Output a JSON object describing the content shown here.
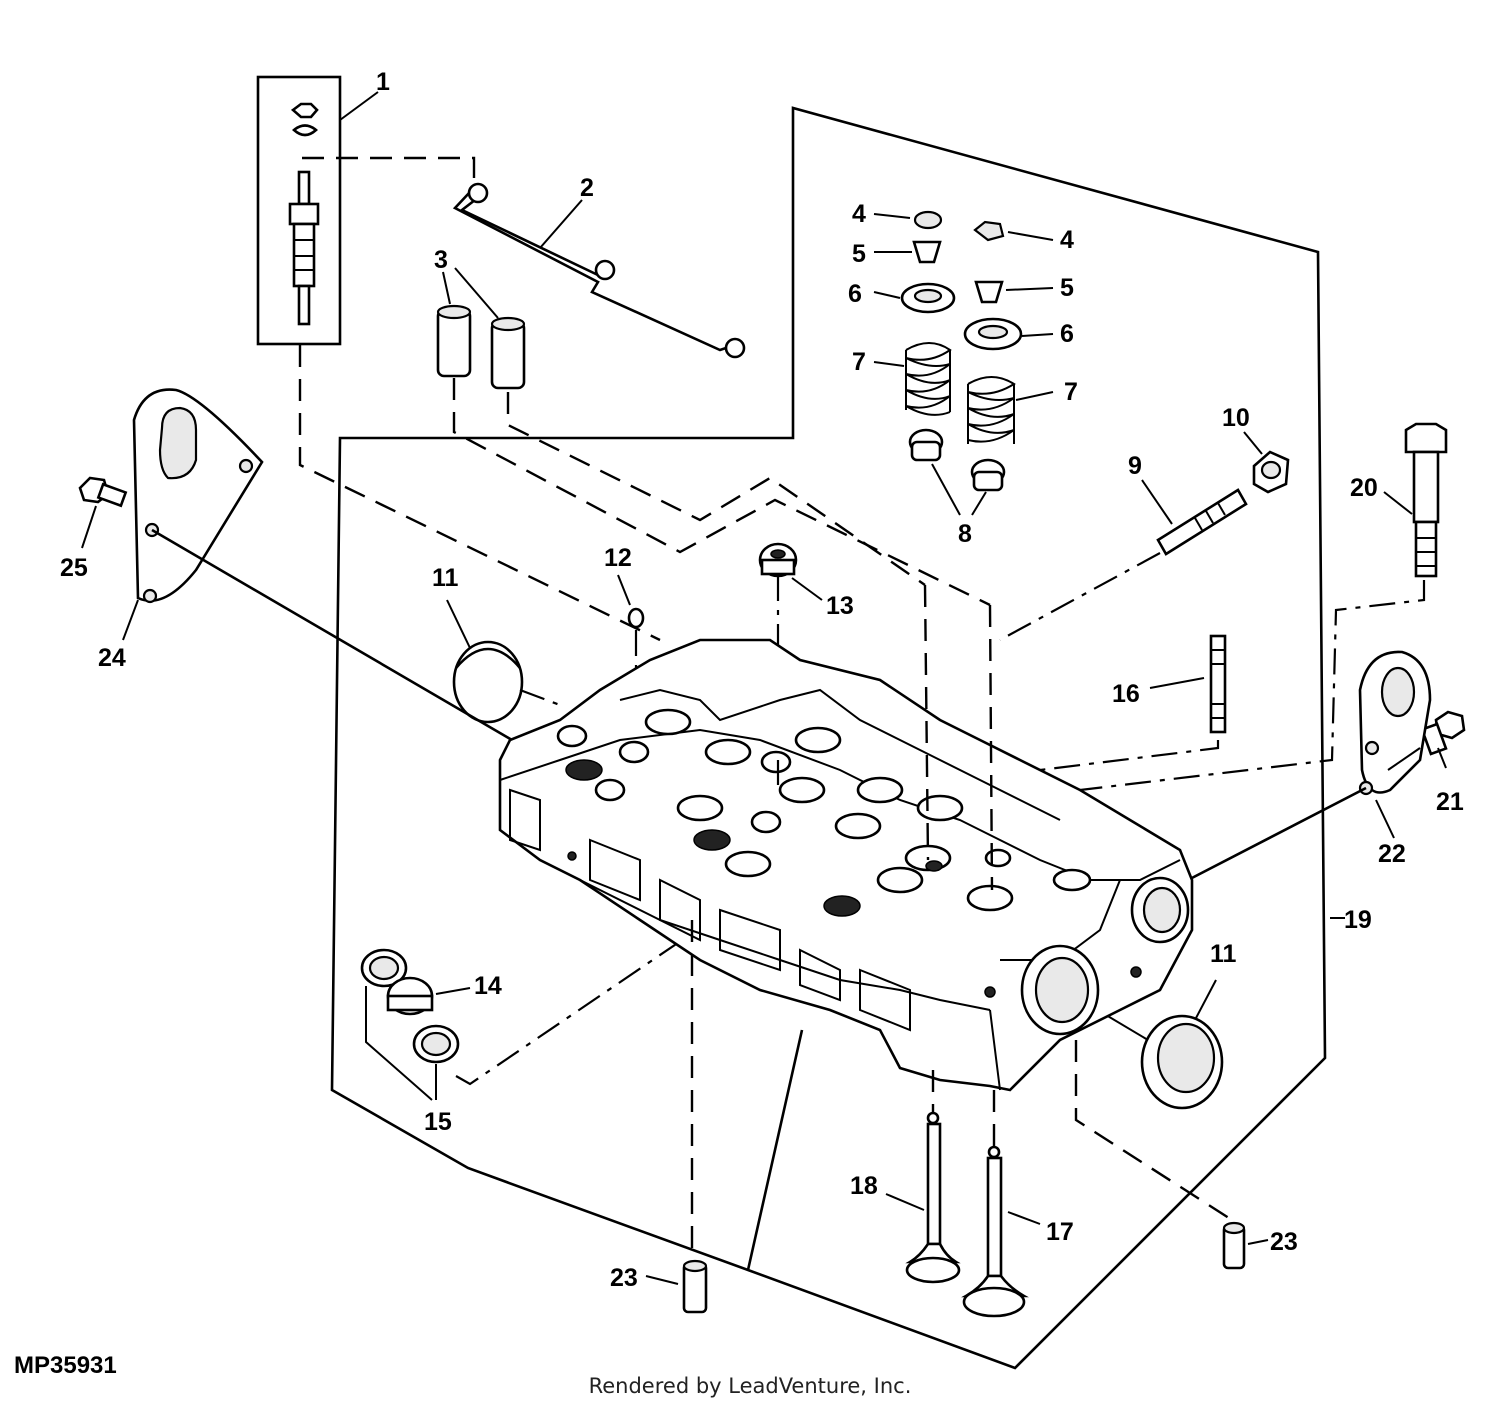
{
  "figure_id": "MP35931",
  "credit": "Rendered by LeadVenture, Inc.",
  "callouts": [
    {
      "id": "c1",
      "text": "1"
    },
    {
      "id": "c2",
      "text": "2"
    },
    {
      "id": "c3",
      "text": "3"
    },
    {
      "id": "c4a",
      "text": "4"
    },
    {
      "id": "c4b",
      "text": "4"
    },
    {
      "id": "c5a",
      "text": "5"
    },
    {
      "id": "c5b",
      "text": "5"
    },
    {
      "id": "c6a",
      "text": "6"
    },
    {
      "id": "c6b",
      "text": "6"
    },
    {
      "id": "c7a",
      "text": "7"
    },
    {
      "id": "c7b",
      "text": "7"
    },
    {
      "id": "c8",
      "text": "8"
    },
    {
      "id": "c9",
      "text": "9"
    },
    {
      "id": "c10",
      "text": "10"
    },
    {
      "id": "c11a",
      "text": "11"
    },
    {
      "id": "c11b",
      "text": "11"
    },
    {
      "id": "c12",
      "text": "12"
    },
    {
      "id": "c13",
      "text": "13"
    },
    {
      "id": "c14",
      "text": "14"
    },
    {
      "id": "c15",
      "text": "15"
    },
    {
      "id": "c16",
      "text": "16"
    },
    {
      "id": "c17",
      "text": "17"
    },
    {
      "id": "c18",
      "text": "18"
    },
    {
      "id": "c19",
      "text": "19"
    },
    {
      "id": "c20",
      "text": "20"
    },
    {
      "id": "c21",
      "text": "21"
    },
    {
      "id": "c22",
      "text": "22"
    },
    {
      "id": "c23a",
      "text": "23"
    },
    {
      "id": "c23b",
      "text": "23"
    },
    {
      "id": "c24",
      "text": "24"
    },
    {
      "id": "c25",
      "text": "25"
    }
  ]
}
